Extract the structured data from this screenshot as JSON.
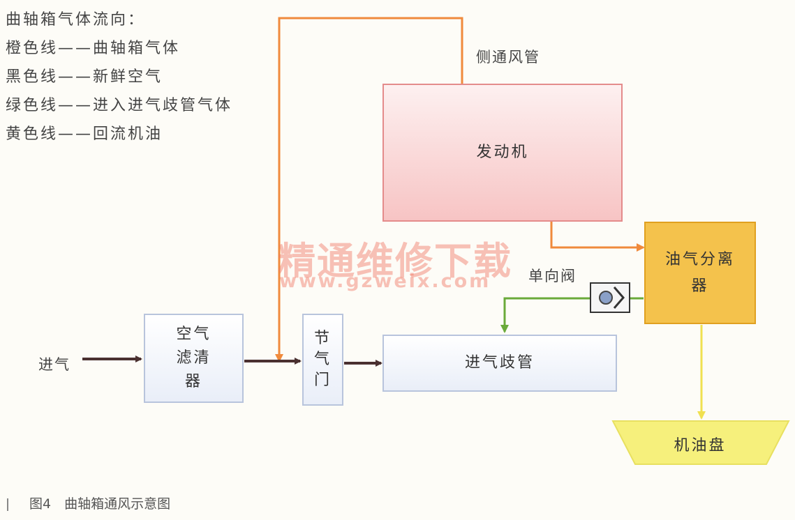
{
  "legend": {
    "title": "曲轴箱气体流向：",
    "items": [
      {
        "text": "橙色线——曲轴箱气体",
        "color": "#f08a3c"
      },
      {
        "text": "黑色线——新鲜空气",
        "color": "#5a3a3a"
      },
      {
        "text": "绿色线——进入进气歧管气体",
        "color": "#6aaa3a"
      },
      {
        "text": "黄色线——回流机油",
        "color": "#f0e050"
      }
    ]
  },
  "components": {
    "engine": "发动机",
    "air_filter": "空气滤清器",
    "throttle": "节气门",
    "intake_manifold": "进气歧管",
    "oil_separator": "油气分离器",
    "oil_pan": "机油盘"
  },
  "labels": {
    "side_duct": "侧通风管",
    "check_valve": "单向阀",
    "intake": "进气"
  },
  "watermark": {
    "title": "精通维修下载",
    "url": "www.gzweix.com"
  },
  "caption": "图4　曲轴箱通风示意图"
}
